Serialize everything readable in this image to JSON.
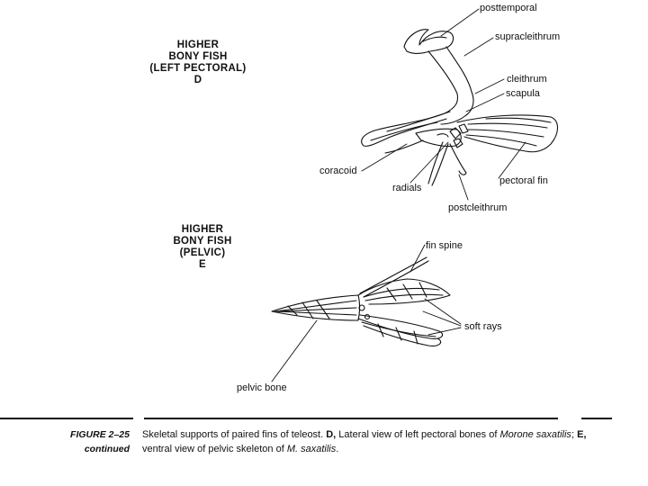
{
  "figure_d": {
    "heading_lines": [
      "HIGHER",
      "BONY FISH",
      "(LEFT PECTORAL)",
      "D"
    ],
    "labels": {
      "posttemporal": "posttemporal",
      "supracleithrum": "supracleithrum",
      "cleithrum": "cleithrum",
      "scapula": "scapula",
      "coracoid": "coracoid",
      "radials": "radials",
      "pectoral_fin": "pectoral fin",
      "postcleithrum": "postcleithrum"
    }
  },
  "figure_e": {
    "heading_lines": [
      "HIGHER",
      "BONY FISH",
      "(PELVIC)",
      "E"
    ],
    "labels": {
      "fin_spine": "fin spine",
      "soft_rays": "soft rays",
      "pelvic_bone": "pelvic bone"
    }
  },
  "caption": {
    "figure_label": "FIGURE 2–25",
    "continued_label": "continued",
    "text_part1": "Skeletal supports of paired fins of teleost. ",
    "d_letter": "D,",
    "text_part2": " Lateral view of left pectoral bones of ",
    "species1": "Morone saxatilis",
    "sep": "; ",
    "e_letter": "E,",
    "text_part3": " ventral view of pelvic skeleton of ",
    "species2": "M. saxatilis",
    "end": "."
  }
}
